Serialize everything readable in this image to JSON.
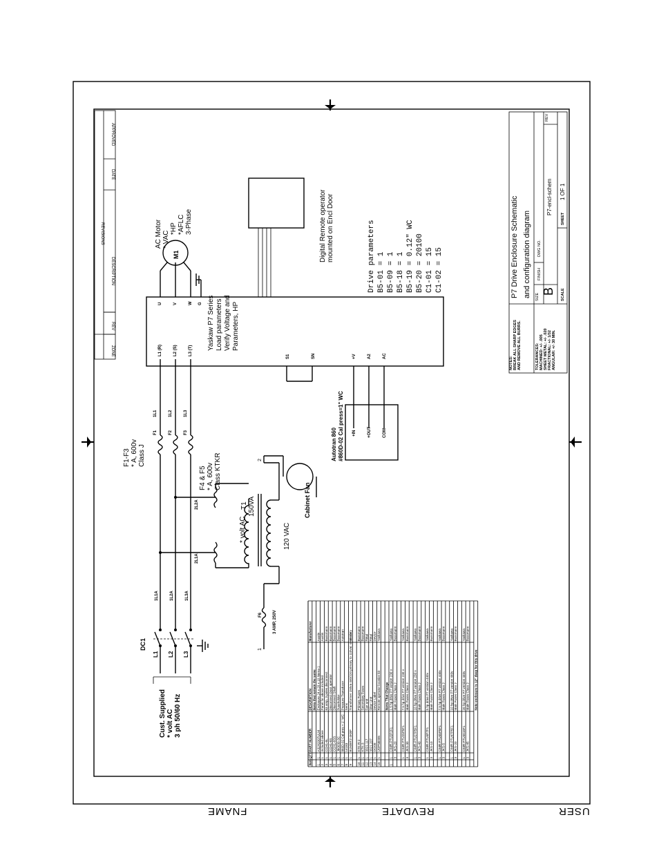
{
  "footer": {
    "fname": "FNAME",
    "revdate": "REVDATE",
    "user": "USER"
  },
  "revisions": {
    "title": "REVISIONS",
    "headers": [
      "ZONE",
      "REV",
      "DESCRIPTION",
      "DATE",
      "APPROVED"
    ]
  },
  "title_block": {
    "title_line1": "P7 Drive Enclosure Schematic",
    "title_line2": "and configuration diagram",
    "notes_label": "NOTES:",
    "notes_1": "BREAK ALL SHARP EDGES",
    "notes_2": "AND REMOVE ALL BURRS.",
    "tol_label": "TOLERANCES:",
    "tol_1": "MACHINED: +/- .005",
    "tol_2": "SHEET METAL: +/- .020",
    "tol_3": "FRACTIONAL: +/- 1/32",
    "tol_4": "ANGULAR: +/- 30 MIN.",
    "size_label": "SIZE",
    "size": "B",
    "finish_label": "FINISH",
    "dwg_label": "DWG NO.",
    "dwg": "P7-encl-schem",
    "rev_label": "REV",
    "scale_label": "SCALE",
    "sheet_label": "SHEET",
    "sheet": "1 OF 1"
  },
  "supply": {
    "label1": "Cust. Supplied",
    "label2": "* volt AC",
    "label3": "3 ph 50/60 Hz",
    "dc1": "DC1",
    "l1": "L1",
    "l2": "L2",
    "l3": "L3",
    "w11a": "1L1A",
    "w12a": "1L2A",
    "w13a": "1L3A"
  },
  "fuses_main": {
    "label1": "F1-F3",
    "label2": "* A, 600v",
    "label3": "Class J",
    "f1": "F1",
    "f2": "F2",
    "f3": "F3",
    "w1l1": "1L1",
    "w1l2": "1L2",
    "w1l3": "1L3"
  },
  "fuses_xfmr": {
    "label1": "F4 & F5",
    "label2": "* A, 600v",
    "label3": "Class KTKR",
    "w2l1a": "2L1A",
    "w2l2a": "2L2A"
  },
  "transformer": {
    "t1": "T1",
    "va": "150VA",
    "primary": "* volt AC",
    "secondary": "120 VAC"
  },
  "fuse_f6": {
    "name": "F6",
    "rating": "3 AMP, 250V",
    "n1": "1",
    "n2": "2"
  },
  "fan": {
    "label": "Cabinet Fan"
  },
  "drive": {
    "l1": "L1 (R)",
    "l2": "L2 (S)",
    "l3": "L3 (T)",
    "u": "U",
    "v": "V",
    "w": "W",
    "g": "G",
    "s1": "S1",
    "sn": "SN",
    "pv": "+V",
    "a2": "A2",
    "ac": "AC",
    "label1": "Yaskaw P7 Series",
    "label2": "Load parameters",
    "label3": "Verify Voltage and",
    "label4": "Parameters, HP"
  },
  "motor": {
    "m": "M1",
    "label1": "AC Motor",
    "label2": "* VAC",
    "label3": "*HP",
    "label4": "*AFLC",
    "label5": "3-Phase"
  },
  "transducer": {
    "label1": "Autotran 860",
    "label2": "#860D-02 Cal press=1\" WC",
    "pin": "+IN",
    "pout": "+OUT",
    "com": "COM"
  },
  "parameters": {
    "title": "Drive parameters",
    "lines": [
      "B5-01 = 1",
      "B5-09 = 1",
      "B5-18 = 1",
      "B5-19 = 0.12\" WC",
      "B5-20 = 20100",
      "C1-01 = 15",
      "C1-02 = 15"
    ]
  },
  "operator": {
    "label1": "Digital Remote operator",
    "label2": "mounted on Encl Door"
  },
  "bom": {
    "headers": [
      "Item",
      "QTY",
      "PART NUMBER",
      "DESCRIPTION",
      "Manufacturer"
    ],
    "section1": "Items that remain the same",
    "rows1": [
      [
        "1",
        "1",
        "A32H2007ULM",
        "Enclosure 24 x 20 x 10 Nema 1",
        "Austin"
      ],
      [
        "2",
        "1",
        "Included above",
        "Panel for above included",
        "Austin"
      ],
      [
        "3",
        "1",
        "CCH1-6L",
        "63 amp, 3 poles disconnect",
        "Bussmann"
      ],
      [
        "4",
        "1",
        "CCH1-6S",
        "Disconnect Door operator",
        "Bussmann"
      ],
      [
        "5",
        "1",
        "CCH1-6SS",
        "Disconnect Shaft",
        "Bussmann"
      ],
      [
        "6",
        "1",
        "J60030-3C",
        "Fuseholder",
        "Bussmann"
      ],
      [
        "7",
        "1",
        "860D-02 Cal pres = 1\" WC",
        "Pressure Transducer",
        "Autotran"
      ],
      [
        "8",
        "1",
        "14183",
        "Sens",
        ""
      ],
      [
        "9",
        "1",
        "B150BTZ-3KBF",
        "Transformer 150va 440/220 primary to 110vac secondary",
        "Micron"
      ],
      [
        "10",
        "1",
        "KTK-R-2",
        "Primary Fuses",
        "Bussmann"
      ],
      [
        "11",
        "1",
        "KTK-3",
        "Secondary Fuses",
        "Bussmann"
      ],
      [
        "12",
        "1",
        "3321.117",
        "Fan unit",
        "Rittal"
      ],
      [
        "13",
        "1",
        "3321.207",
        "Filter Unit",
        "Rittal"
      ],
      [
        "14",
        "1",
        "DCI08",
        "Device Label",
        "Device"
      ],
      [
        "15",
        "1",
        "UOPN0005",
        "Remote operator location kit",
        "Yaskawa"
      ]
    ],
    "section2": "Items That Change",
    "rows2": [
      [
        "1",
        "1",
        "CIMR-P7U2P2F1",
        "1.5 hp drive P7 version 230 v",
        "Yaskawa"
      ],
      [
        "",
        "3",
        "JKS-20",
        "Main Fuses Class J",
        "Bussmann"
      ],
      [
        "",
        "1",
        "CIMR-P7U25P5F1",
        "7.5 hp drive P7 version 230 v",
        "Yaskawa"
      ],
      [
        "",
        "3",
        "JKS-30",
        "Main Fuses Class J",
        "Bussmann"
      ],
      [
        "",
        "1",
        "CIMR-P7U27P5F1",
        "10 hp drive P7 version 230 v",
        "Yaskawa"
      ],
      [
        "",
        "3",
        "JKS-40",
        "Main Fuses Class J",
        "Bussmann"
      ],
      [
        "",
        "1",
        "CIMR-P7U4P7F1",
        "5 hp drive P7 version 440v",
        "Yaskawa"
      ],
      [
        "",
        "3",
        "JKS-10",
        "Main Fuses Class J",
        "Bussmann"
      ],
      [
        "",
        "1",
        "CIMR-P7U45P5F1",
        "7.5 hp drive P7 version 440v",
        "Yaskawa"
      ],
      [
        "",
        "3",
        "JKS-5",
        "Main Fuses Class J",
        "Bussmann"
      ],
      [
        "",
        "1",
        "CIMR-P7U47P5F1",
        "10 hp drive P7 version 440v",
        "Yaskawa"
      ],
      [
        "",
        "3",
        "JKS-20",
        "Main Fuses Class J",
        "Bussmann"
      ],
      [
        "",
        "1",
        "CIMR-P7U4015F1",
        "20 hp drive P7 version 440v",
        "Yaskawa"
      ],
      [
        "",
        "3",
        "JKS-45",
        "Main Fuses Class J",
        "Bussmann"
      ]
    ],
    "note": "Note enclosure is 12\" deep for this drive"
  }
}
